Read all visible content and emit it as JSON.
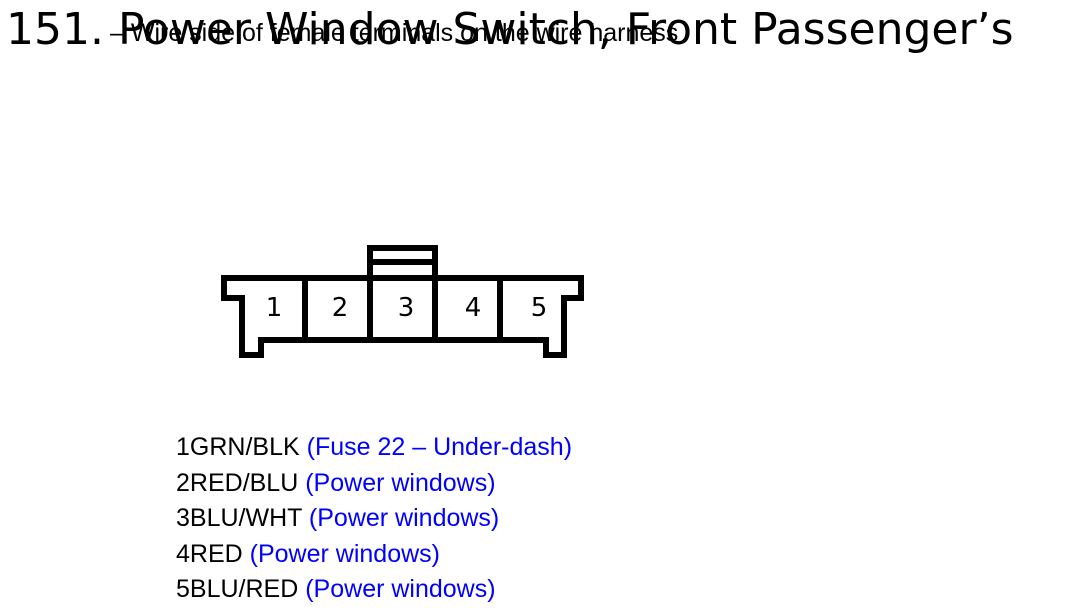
{
  "header": {
    "title": "151. Power Window Switch, Front Passenger’s",
    "subtitle": "– Wire side of female terminals on the wire harness"
  },
  "connector": {
    "pin_labels": [
      "1",
      "2",
      "3",
      "4",
      "5"
    ]
  },
  "pins": [
    {
      "number": "1",
      "wire": "GRN/BLK",
      "description": "(Fuse 22 – Under-dash)"
    },
    {
      "number": "2",
      "wire": "RED/BLU",
      "description": "(Power windows)"
    },
    {
      "number": "3",
      "wire": "BLU/WHT",
      "description": "(Power windows)"
    },
    {
      "number": "4",
      "wire": "RED",
      "description": "(Power windows)"
    },
    {
      "number": "5",
      "wire": "BLU/RED",
      "description": "(Power windows)"
    }
  ],
  "colors": {
    "text": "#000000",
    "description": "#0000ff",
    "outline": "#000000"
  }
}
